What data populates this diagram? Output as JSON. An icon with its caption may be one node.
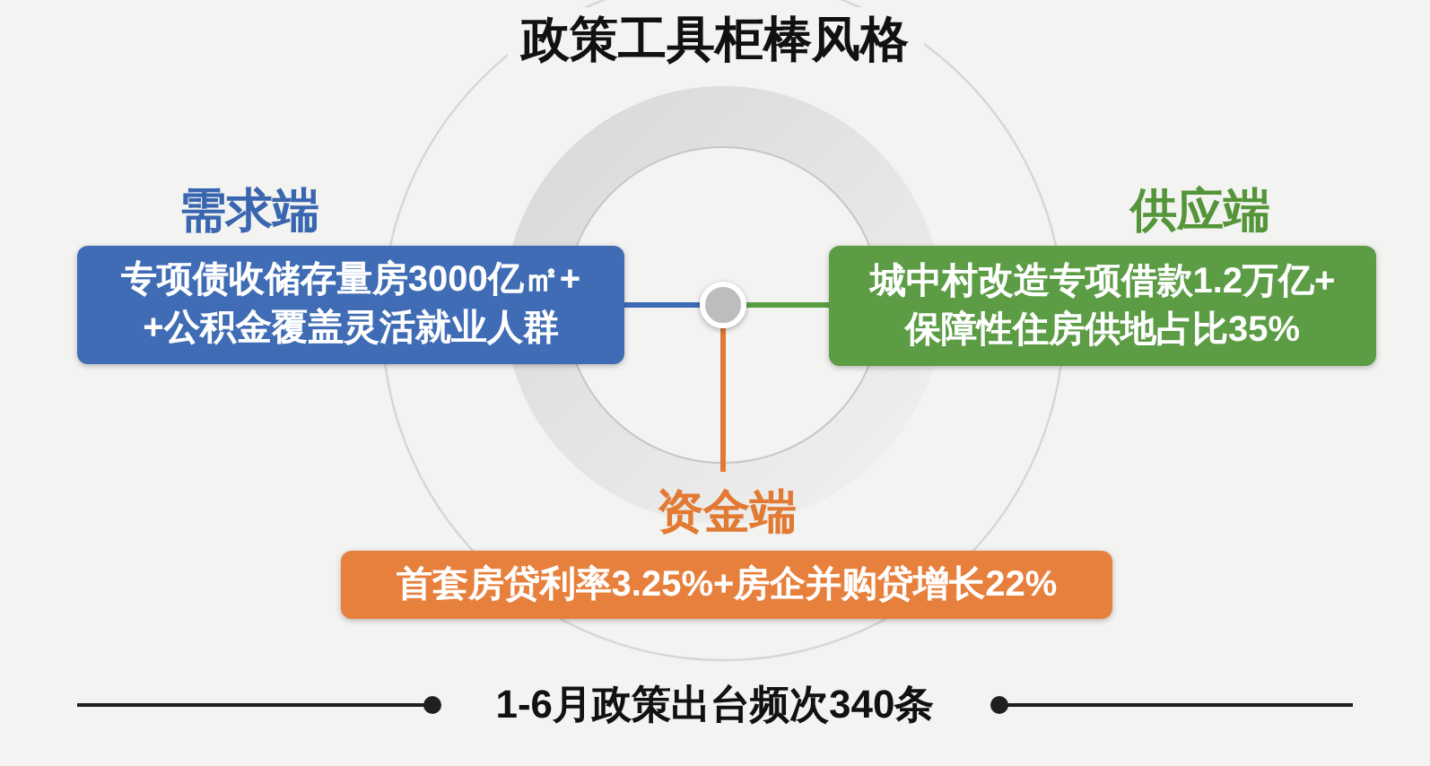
{
  "diagram": {
    "title": "政策工具柜棒风格",
    "nodes": [
      {
        "text": [
          "需求端",
          "专项债收储存量房3000亿㎡++公积金覆盖灵活就业人群"
        ]
      },
      {
        "text": [
          "供应端",
          "城中村改造专项借款1.2万亿+保障性住房供地占比35%"
        ]
      },
      {
        "text": [
          "资金端",
          "首套房贷利率3.25%+房企并购贷增长22%"
        ]
      },
      {
        "text": [],
        "shape": "circle"
      }
    ],
    "edges": [
      {
        "from": 3,
        "to": 0,
        "arrow": "none",
        "color": "#3d6bb5"
      },
      {
        "from": 3,
        "to": 1,
        "arrow": "none",
        "color": "#5a9e44"
      },
      {
        "from": 3,
        "to": 2,
        "arrow": "none",
        "color": "#e07a35"
      }
    ],
    "caption": "1-6月政策出台频次340条"
  }
}
